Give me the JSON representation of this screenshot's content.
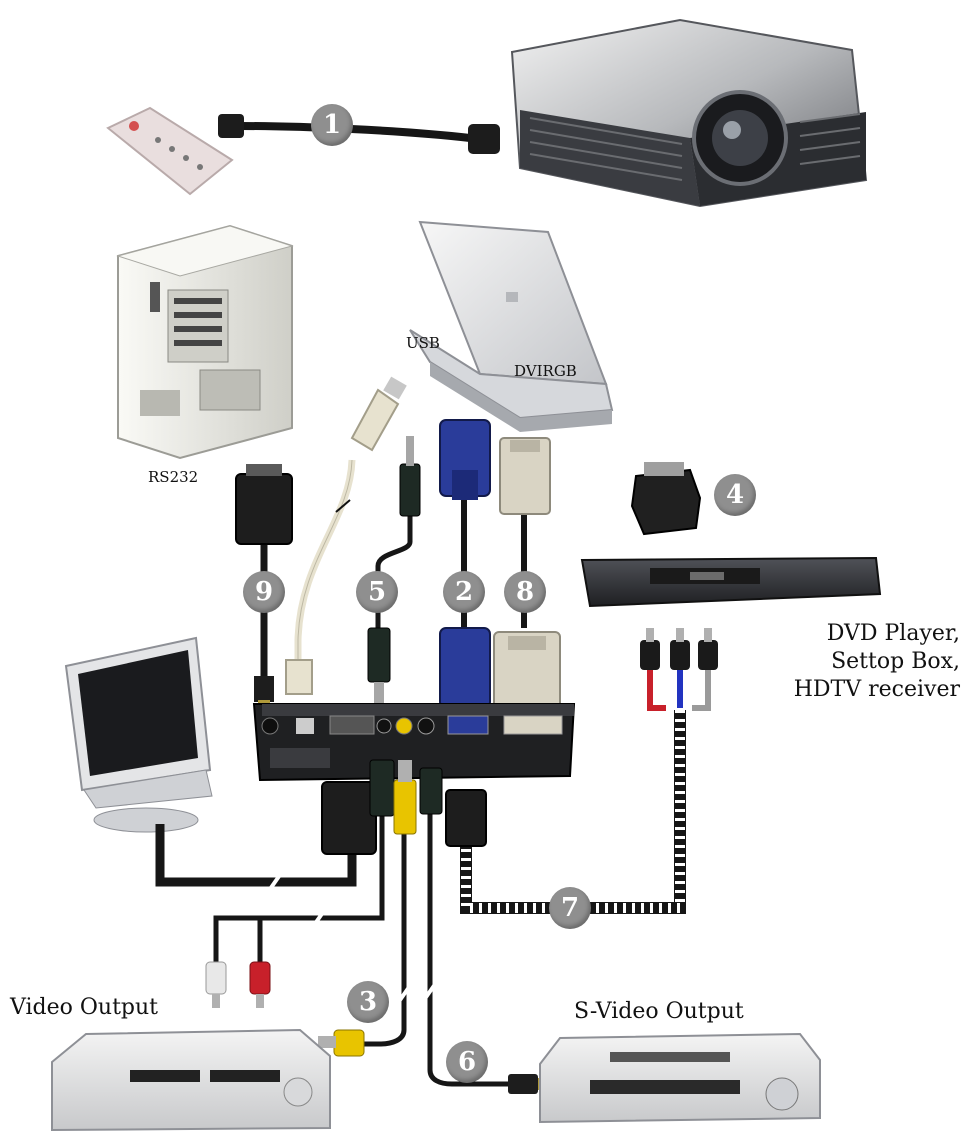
{
  "labels": {
    "usb": "USB",
    "dvi_rgb": "DVIRGB",
    "rs232": "RS232",
    "dvd_player": "DVD Player,",
    "settop_box": "Settop Box,",
    "hdtv_receiver": "HDTV receiver",
    "video_output": "Video Output",
    "svideo_output": "S-Video Output"
  },
  "callouts": {
    "power_cord": "1",
    "vga_cable": "2",
    "composite_video_cable": "3",
    "scart_adapter": "4",
    "audio_cable": "5",
    "svideo_cable": "6",
    "component_cable": "7",
    "dvi_cable": "8",
    "rs232_cable": "9"
  },
  "colors": {
    "cable_black": "#161616",
    "vga_blue": "#2a3c9a",
    "connector_beige": "#d9d4c4",
    "rca_red": "#c8202a",
    "rca_yellow": "#e8c400",
    "rca_white": "#e8e8e8",
    "callout_gray": "#8f8f8f"
  }
}
